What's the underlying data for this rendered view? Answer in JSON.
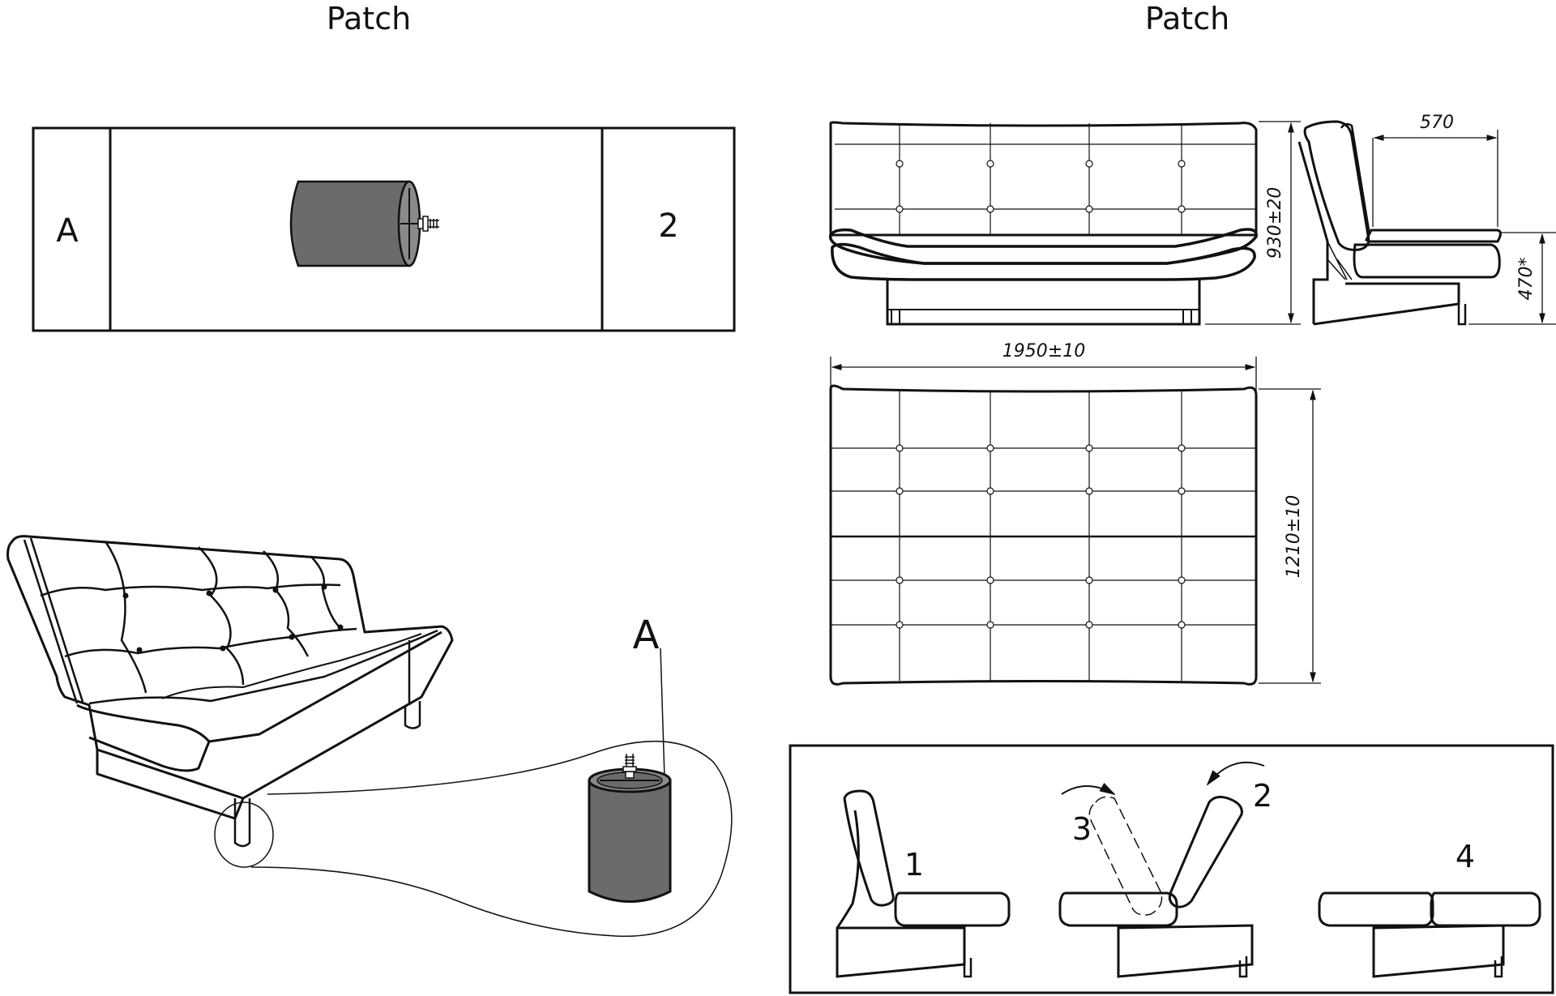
{
  "titles": {
    "left": "Patch",
    "right": "Patch"
  },
  "panel": {
    "detail_marker": "A",
    "step": "2"
  },
  "callout": {
    "detail_marker": "A"
  },
  "dimensions": {
    "depth_seat": "570",
    "height": "930±20",
    "seat_height": "470*",
    "width": "1950±10",
    "length_bed": "1210±10"
  },
  "steps": {
    "s1": "1",
    "s2": "2",
    "s3": "3",
    "s4": "4"
  },
  "colors": {
    "line": "#111111",
    "leg_fill": "#6b6b6b",
    "paper": "#ffffff"
  }
}
